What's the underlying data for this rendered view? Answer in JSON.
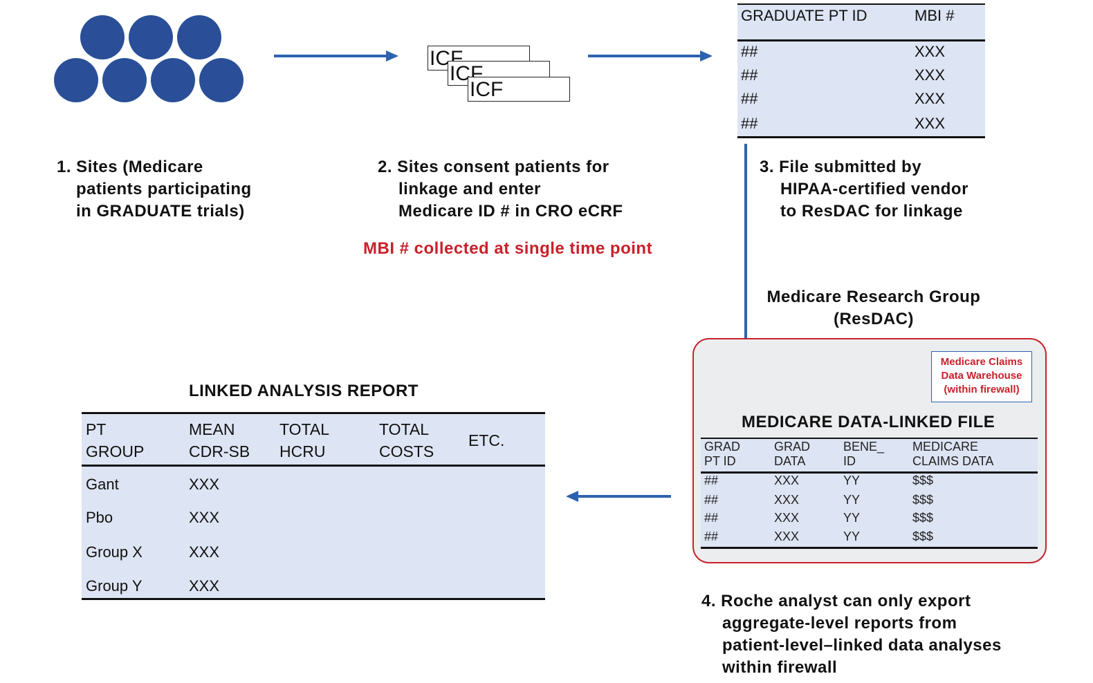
{
  "colors": {
    "accent": "#2d62b0",
    "dot": "#2a4f98",
    "alert": "#c8202a",
    "table_bg": "#dde4f3"
  },
  "icf_label": "ICF",
  "step1": {
    "lines": [
      "1. Sites (Medicare",
      "patients participating",
      "in GRADUATE trials)"
    ]
  },
  "step2": {
    "lines": [
      "2. Sites consent patients for",
      "linkage and enter",
      "Medicare ID # in CRO eCRF"
    ],
    "note": "MBI # collected at single time point"
  },
  "step3": {
    "lines": [
      "3. File submitted by",
      "HIPAA-certified vendor",
      "to ResDAC for linkage"
    ]
  },
  "resdac": {
    "lines": [
      "Medicare Research Group",
      "(ResDAC)"
    ]
  },
  "id_table": {
    "headers": [
      "GRADUATE PT ID",
      "MBI #"
    ],
    "rows": [
      [
        "##",
        "XXX"
      ],
      [
        "##",
        "XXX"
      ],
      [
        "##",
        "XXX"
      ],
      [
        "##",
        "XXX"
      ]
    ]
  },
  "warehouse": {
    "lines": [
      "Medicare Claims",
      "Data Warehouse",
      "(within firewall)"
    ]
  },
  "linked_file": {
    "title": "MEDICARE DATA-LINKED FILE",
    "headers": [
      [
        "GRAD",
        "PT ID"
      ],
      [
        "GRAD",
        "DATA"
      ],
      [
        "BENE_",
        "ID"
      ],
      [
        "MEDICARE",
        "CLAIMS DATA"
      ]
    ],
    "rows": [
      [
        "##",
        "XXX",
        "YY",
        "$$$"
      ],
      [
        "##",
        "XXX",
        "YY",
        "$$$"
      ],
      [
        "##",
        "XXX",
        "YY",
        "$$$"
      ],
      [
        "##",
        "XXX",
        "YY",
        "$$$"
      ]
    ]
  },
  "report": {
    "title": "LINKED ANALYSIS REPORT",
    "headers": [
      [
        "PT",
        "GROUP"
      ],
      [
        "MEAN",
        "CDR-SB"
      ],
      [
        "TOTAL",
        "HCRU"
      ],
      [
        "TOTAL",
        "COSTS"
      ],
      [
        "ETC.",
        ""
      ]
    ],
    "rows": [
      [
        "Gant",
        "XXX"
      ],
      [
        "Pbo",
        "XXX"
      ],
      [
        "Group X",
        "XXX"
      ],
      [
        "Group Y",
        "XXX"
      ]
    ]
  },
  "step4": {
    "lines": [
      "4. Roche analyst can only export",
      "aggregate-level reports from",
      "patient-level–linked data analyses",
      "within firewall"
    ]
  }
}
